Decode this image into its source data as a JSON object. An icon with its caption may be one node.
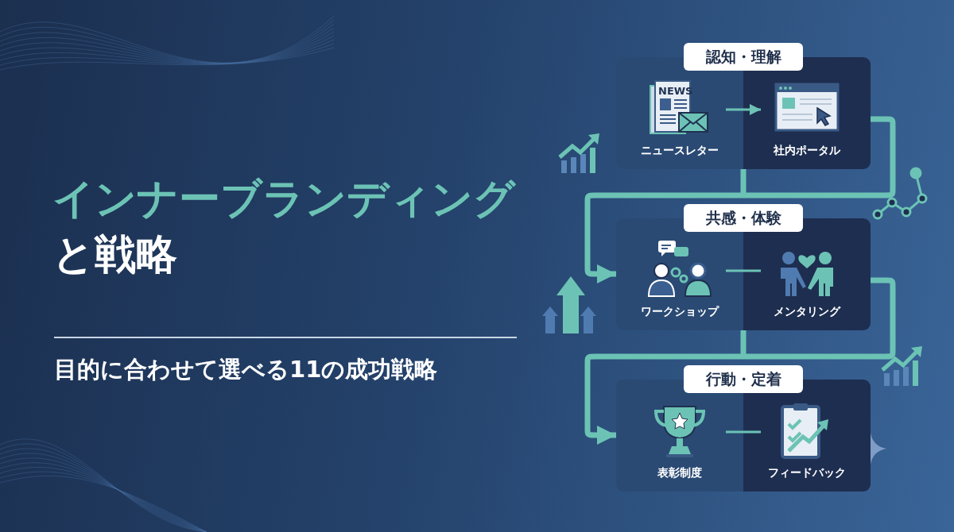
{
  "diagram": {
    "title": "インナーブランディング**と戦略**",
    "nodes": [
      {
        "text": [
          "認知・理解"
        ]
      },
      {
        "text": [
          "ニュースレター"
        ],
        "in": 0
      },
      {
        "text": [
          "社内ポータル"
        ],
        "in": 0
      },
      {
        "text": [
          "共感・体験"
        ]
      },
      {
        "text": [
          "ワークショップ"
        ],
        "in": 3
      },
      {
        "text": [
          "メンタリング"
        ],
        "in": 3
      },
      {
        "text": [
          "行動・定着"
        ]
      },
      {
        "text": [
          "表彰制度"
        ],
        "in": 6
      },
      {
        "text": [
          "フィードバック"
        ],
        "in": 6
      }
    ],
    "edges": [
      {
        "from": 1,
        "to": 2,
        "arrow": "to"
      },
      {
        "from": 0,
        "to": 3,
        "arrow": "to",
        "style": "thick"
      },
      {
        "from": 4,
        "to": 5,
        "arrow": "none"
      },
      {
        "from": 3,
        "to": 6,
        "arrow": "to",
        "style": "thick"
      },
      {
        "from": 7,
        "to": 8,
        "arrow": "none"
      }
    ],
    "labels": [
      "目的に合わせて選べる11の成功戦略",
      "NEWS"
    ]
  }
}
